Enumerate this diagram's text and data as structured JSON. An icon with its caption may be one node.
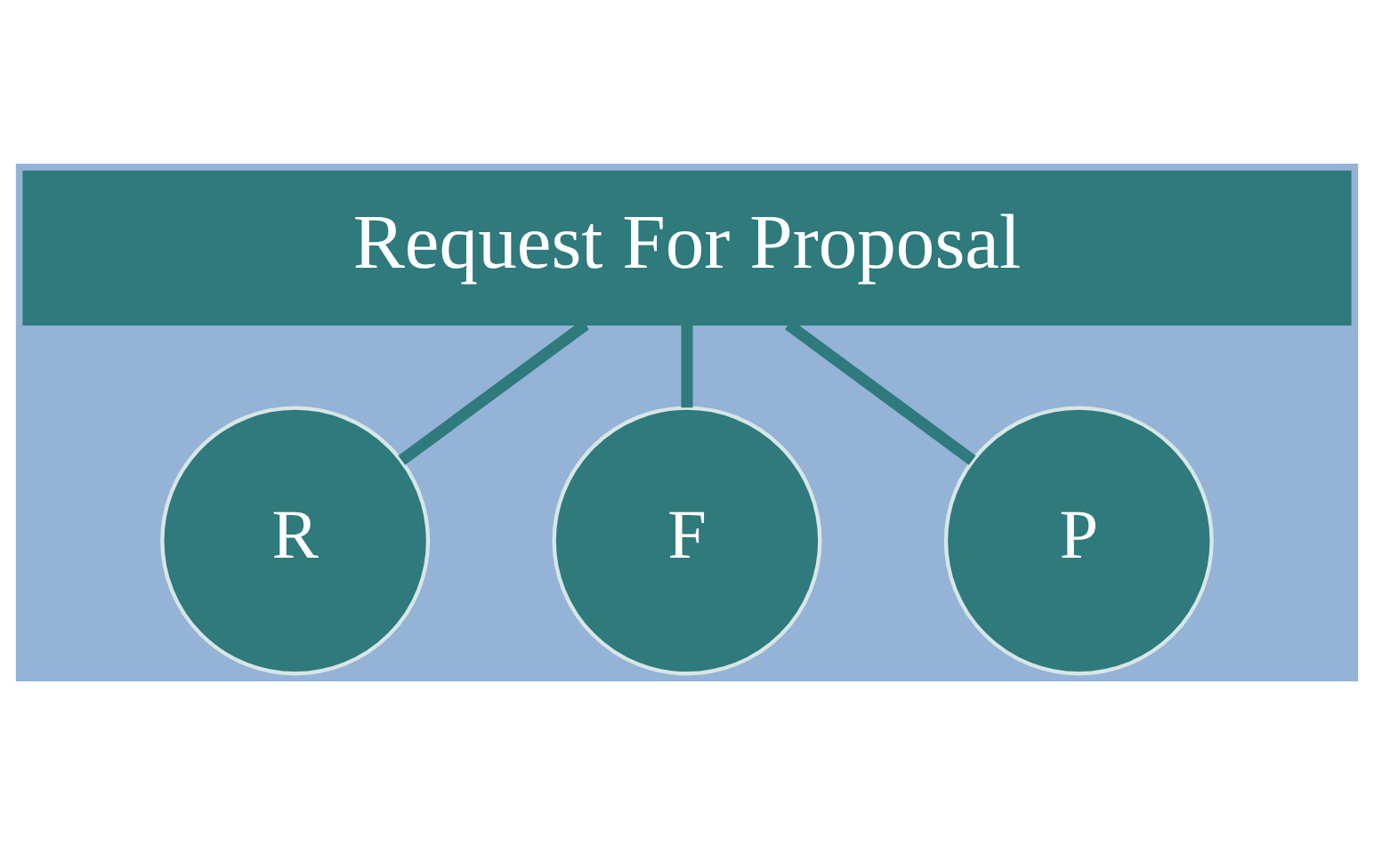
{
  "diagram": {
    "nodes": [
      {
        "text": [
          "Request For Proposal"
        ]
      },
      {
        "text": [
          "R"
        ]
      },
      {
        "text": [
          "F"
        ]
      },
      {
        "text": [
          "P"
        ]
      }
    ],
    "edges": [
      {
        "from": 0,
        "to": 1,
        "arrow": "none"
      },
      {
        "from": 0,
        "to": 2,
        "arrow": "none"
      },
      {
        "from": 0,
        "to": 3,
        "arrow": "none"
      }
    ]
  }
}
